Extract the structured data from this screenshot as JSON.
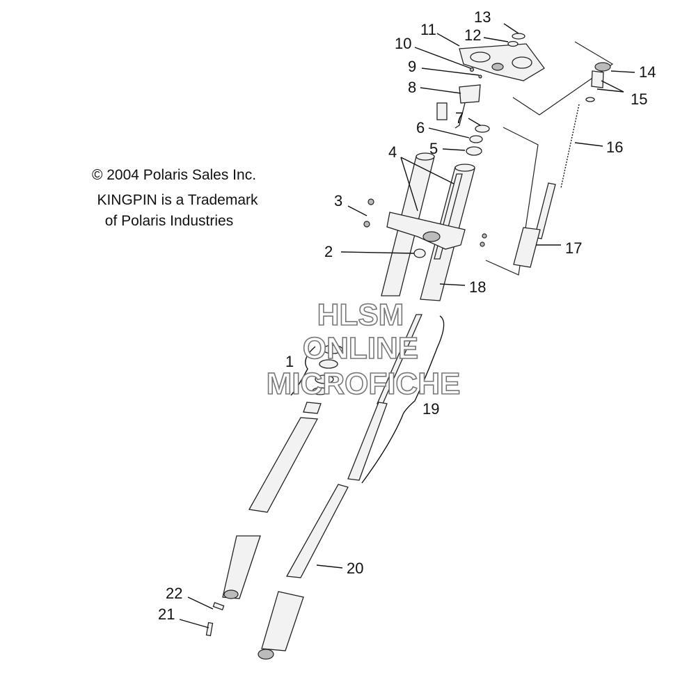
{
  "copyright": {
    "line1": "© 2004 Polaris Sales Inc.",
    "line2": "KINGPIN is a Trademark",
    "line3": "of Polaris Industries"
  },
  "watermark": {
    "line1": "HLSM",
    "line2": "ONLINE",
    "line3": "MICROFICHE"
  },
  "callouts": {
    "c1": "1",
    "c2": "2",
    "c3": "3",
    "c4": "4",
    "c5": "5",
    "c6": "6",
    "c7": "7",
    "c8": "8",
    "c9": "9",
    "c10": "10",
    "c11": "11",
    "c12": "12",
    "c13": "13",
    "c14": "14",
    "c15": "15",
    "c16": "16",
    "c17": "17",
    "c18": "18",
    "c19": "19",
    "c20": "20",
    "c21": "21",
    "c22": "22"
  }
}
